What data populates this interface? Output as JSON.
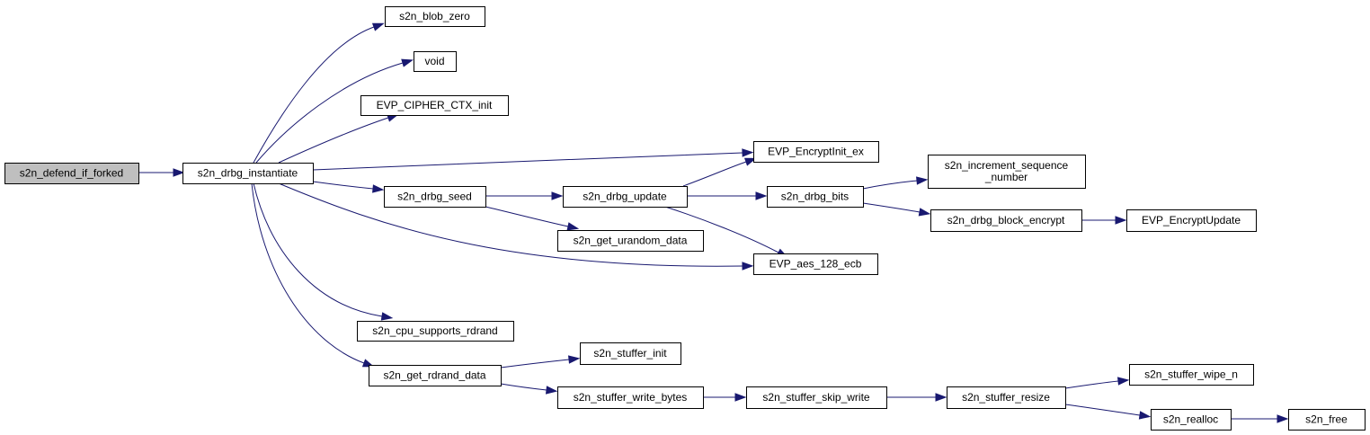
{
  "graph": {
    "nodes": [
      {
        "id": "defend",
        "label": [
          "s2n_defend_if_forked"
        ],
        "root": true
      },
      {
        "id": "instantiate",
        "label": [
          "s2n_drbg_instantiate"
        ]
      },
      {
        "id": "blob_zero",
        "label": [
          "s2n_blob_zero"
        ]
      },
      {
        "id": "void",
        "label": [
          "void"
        ]
      },
      {
        "id": "ctx_init",
        "label": [
          "EVP_CIPHER_CTX_init"
        ]
      },
      {
        "id": "encryptinit",
        "label": [
          "EVP_EncryptInit_ex"
        ]
      },
      {
        "id": "seed",
        "label": [
          "s2n_drbg_seed"
        ]
      },
      {
        "id": "update",
        "label": [
          "s2n_drbg_update"
        ]
      },
      {
        "id": "urandom",
        "label": [
          "s2n_get_urandom_data"
        ]
      },
      {
        "id": "bits",
        "label": [
          "s2n_drbg_bits"
        ]
      },
      {
        "id": "incseq",
        "label": [
          "s2n_increment_sequence",
          "_number"
        ]
      },
      {
        "id": "block_encrypt",
        "label": [
          "s2n_drbg_block_encrypt"
        ]
      },
      {
        "id": "encryptupdate",
        "label": [
          "EVP_EncryptUpdate"
        ]
      },
      {
        "id": "aes",
        "label": [
          "EVP_aes_128_ecb"
        ]
      },
      {
        "id": "cpu",
        "label": [
          "s2n_cpu_supports_rdrand"
        ]
      },
      {
        "id": "rdrand",
        "label": [
          "s2n_get_rdrand_data"
        ]
      },
      {
        "id": "stuffer_init",
        "label": [
          "s2n_stuffer_init"
        ]
      },
      {
        "id": "write_bytes",
        "label": [
          "s2n_stuffer_write_bytes"
        ]
      },
      {
        "id": "skip_write",
        "label": [
          "s2n_stuffer_skip_write"
        ]
      },
      {
        "id": "resize",
        "label": [
          "s2n_stuffer_resize"
        ]
      },
      {
        "id": "wipe_n",
        "label": [
          "s2n_stuffer_wipe_n"
        ]
      },
      {
        "id": "realloc",
        "label": [
          "s2n_realloc"
        ]
      },
      {
        "id": "free",
        "label": [
          "s2n_free"
        ]
      }
    ],
    "edges": [
      {
        "from": "defend",
        "to": "instantiate"
      },
      {
        "from": "instantiate",
        "to": "blob_zero"
      },
      {
        "from": "instantiate",
        "to": "void"
      },
      {
        "from": "instantiate",
        "to": "ctx_init"
      },
      {
        "from": "instantiate",
        "to": "encryptinit"
      },
      {
        "from": "instantiate",
        "to": "seed"
      },
      {
        "from": "instantiate",
        "to": "aes"
      },
      {
        "from": "instantiate",
        "to": "cpu"
      },
      {
        "from": "instantiate",
        "to": "rdrand"
      },
      {
        "from": "seed",
        "to": "update"
      },
      {
        "from": "seed",
        "to": "urandom"
      },
      {
        "from": "update",
        "to": "encryptinit"
      },
      {
        "from": "update",
        "to": "bits"
      },
      {
        "from": "update",
        "to": "aes"
      },
      {
        "from": "bits",
        "to": "incseq"
      },
      {
        "from": "bits",
        "to": "block_encrypt"
      },
      {
        "from": "block_encrypt",
        "to": "encryptupdate"
      },
      {
        "from": "rdrand",
        "to": "stuffer_init"
      },
      {
        "from": "rdrand",
        "to": "write_bytes"
      },
      {
        "from": "write_bytes",
        "to": "skip_write"
      },
      {
        "from": "skip_write",
        "to": "resize"
      },
      {
        "from": "resize",
        "to": "wipe_n"
      },
      {
        "from": "resize",
        "to": "realloc"
      },
      {
        "from": "realloc",
        "to": "free"
      }
    ]
  }
}
